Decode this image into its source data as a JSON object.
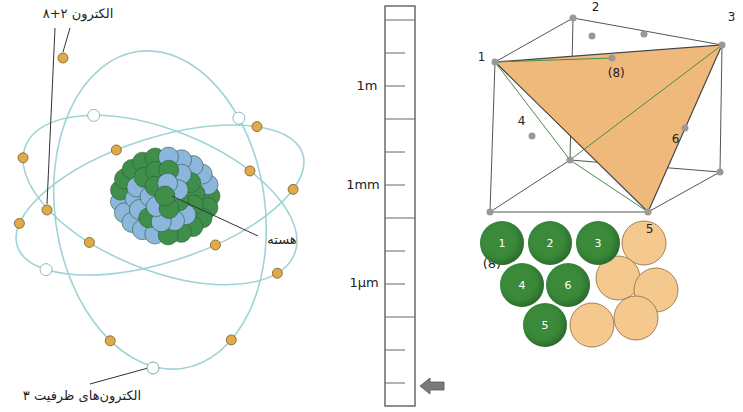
{
  "diagram": {
    "nodes": [
      {
        "text": [
          "1"
        ]
      },
      {
        "text": [
          "2"
        ]
      },
      {
        "text": [
          "3"
        ]
      },
      {
        "text": [
          "4"
        ]
      },
      {
        "text": [
          "6"
        ]
      },
      {
        "text": [
          "5"
        ]
      }
    ],
    "labels": [
      "الکترون ۲+۸",
      "هسته",
      "الکترون‌های ظرفیت ۳",
      "1m",
      "1mm",
      "1μm",
      "1",
      "2",
      "3",
      "(8)",
      "4",
      "6",
      "5",
      "(8)"
    ]
  }
}
